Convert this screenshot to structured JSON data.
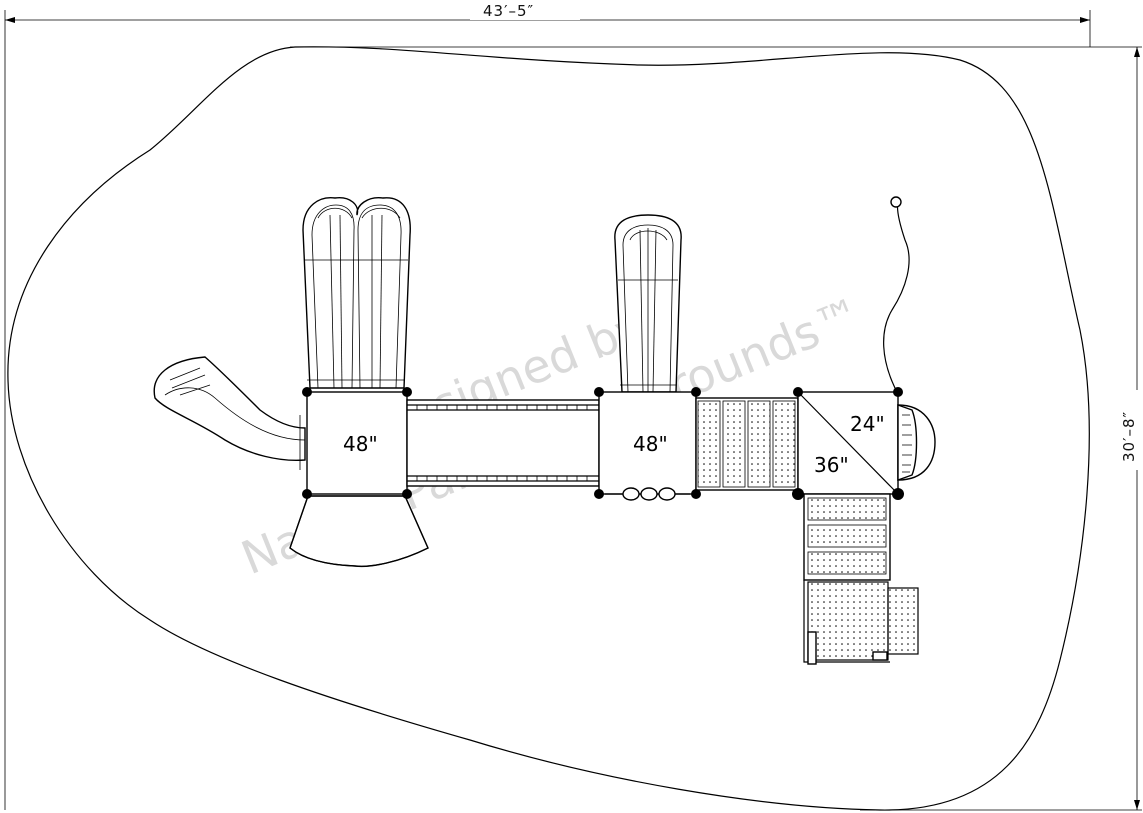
{
  "dimensions": {
    "width": "43′–5″",
    "height": "30′–8″"
  },
  "decks": [
    {
      "id": "deck-left",
      "label": "48\""
    },
    {
      "id": "deck-middle",
      "label": "48\""
    },
    {
      "id": "deck-small",
      "label": "24\""
    },
    {
      "id": "deck-mid-small",
      "label": "36\""
    }
  ],
  "watermark": {
    "line1": "Designed by",
    "line2": "Nature Park & Playgrounds™"
  },
  "colors": {
    "line": "#000000",
    "background": "#ffffff",
    "watermark": "#d9d9d9"
  }
}
